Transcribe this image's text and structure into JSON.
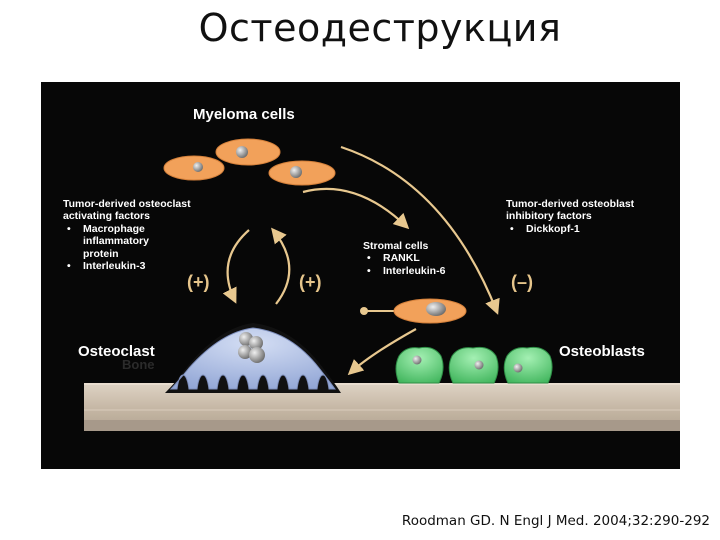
{
  "slide_title": "Остеодеструкция",
  "figure": {
    "myeloma_label": "Myeloma cells",
    "osteoclast_factors": {
      "heading": [
        "Tumor-derived osteoclast",
        "activating factors"
      ],
      "items": [
        [
          "Macrophage",
          "inflammatory",
          "protein"
        ],
        [
          "Interleukin-3"
        ]
      ]
    },
    "osteoblast_factors": {
      "heading": [
        "Tumor-derived osteoblast",
        "inhibitory factors"
      ],
      "items": [
        "Dickkopf-1"
      ]
    },
    "stromal": {
      "heading": "Stromal cells",
      "items": [
        "RANKL",
        "Interleukin-6"
      ]
    },
    "signs": {
      "left": "(+)",
      "middle": "(+)",
      "right": "(–)"
    },
    "osteoclast_label": "Osteoclast",
    "bone_label": "Bone",
    "osteoblasts_label": "Osteoblasts",
    "colors": {
      "background": "#070707",
      "myeloma_cell": "#f2a15a",
      "osteoclast": "#b3c3e8",
      "osteoblast": "#5ccf73",
      "bone": "#c8bbaa",
      "arrow": "#e8c88f"
    }
  },
  "citation": "Roodman GD. N Engl J Med. 2004;32:290-292"
}
